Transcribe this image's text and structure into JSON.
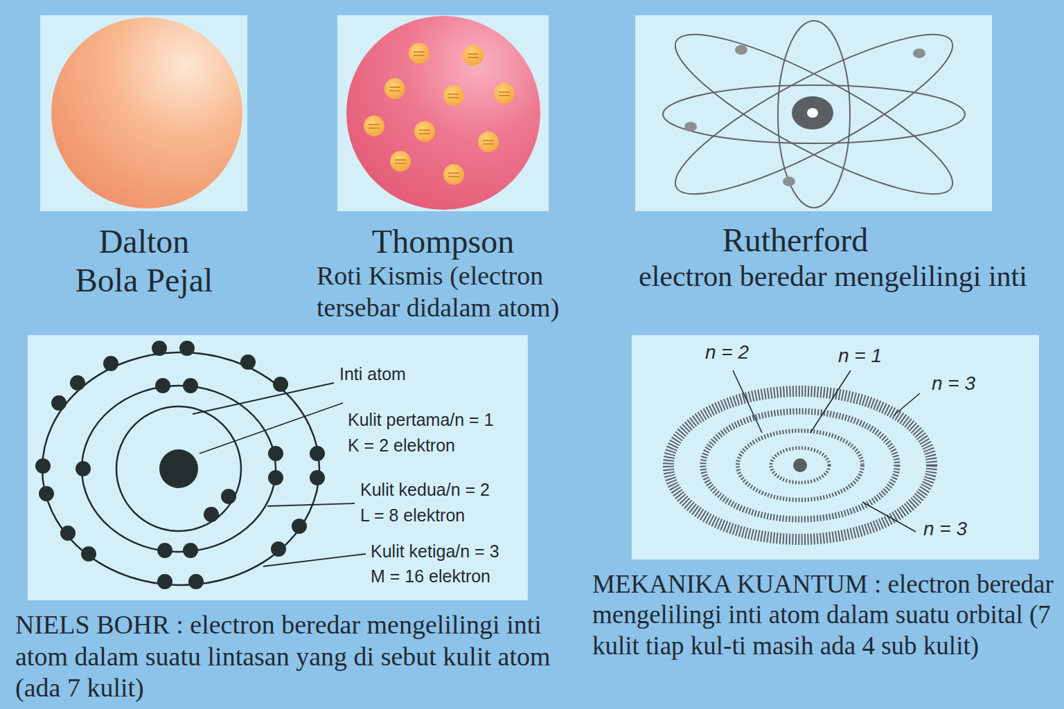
{
  "diagram": {
    "nodes": [
      {
        "text": [
          "Dalton",
          "Bola Pejal"
        ]
      },
      {
        "text": [
          "Thompson",
          "Roti Kismis (electron tersebar didalam atom)"
        ]
      },
      {
        "text": [
          "Rutherford",
          "electron beredar mengelilingi inti"
        ]
      },
      {
        "text": [
          "NIELS BOHR : electron beredar mengelilingi inti atom dalam suatu lintasan yang di sebut kulit atom (ada 7 kulit)"
        ]
      },
      {
        "text": [
          "MEKANIKA KUANTUM : electron beredar mengelilingi inti atom dalam suatu orbital (7 kulit tiap kul-ti masih ada 4 sub kulit)"
        ]
      }
    ],
    "labels": [
      "Inti atom",
      "Kulit pertama/n = 1",
      "K = 2 elektron",
      "Kulit kedua/n = 2",
      "L = 8 elektron",
      "Kulit ketiga/n = 3",
      "M = 16 elektron",
      "n = 2",
      "n = 1",
      "n = 3",
      "n = 3"
    ]
  }
}
